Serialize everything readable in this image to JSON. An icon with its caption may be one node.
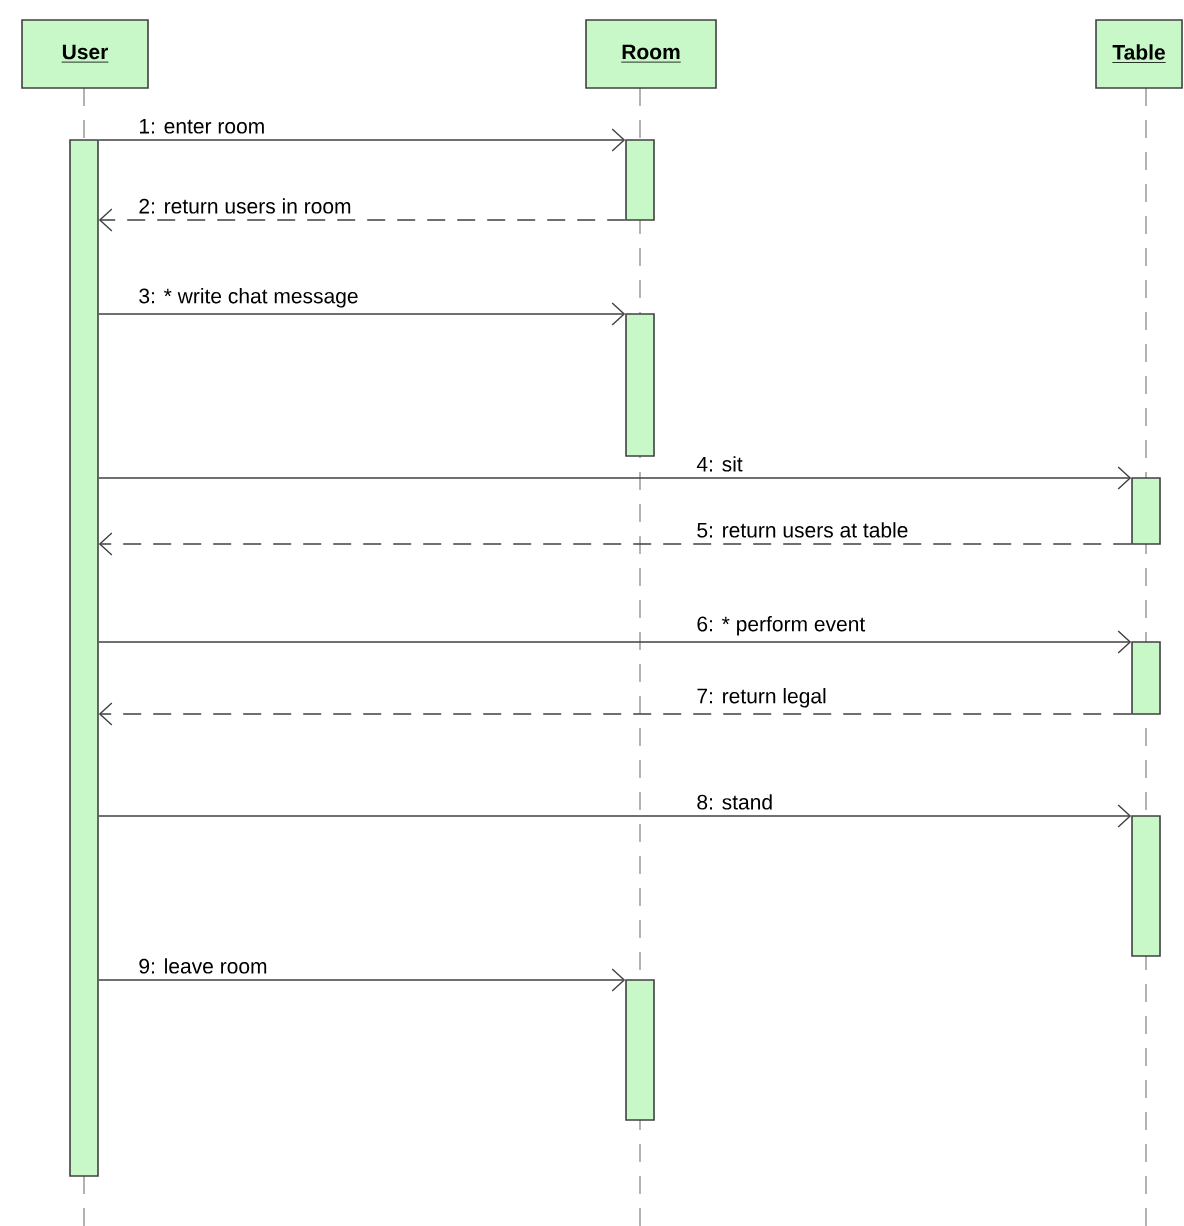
{
  "diagram": {
    "nodes": [
      {
        "text": [
          "User"
        ]
      },
      {
        "text": [
          "Room"
        ]
      },
      {
        "text": [
          "Table"
        ]
      },
      {
        "text": [],
        "shape": "bar"
      },
      {
        "text": [],
        "shape": "bar"
      },
      {
        "text": [],
        "shape": "bar"
      },
      {
        "text": [],
        "shape": "bar"
      },
      {
        "text": [],
        "shape": "bar"
      },
      {
        "text": [],
        "shape": "bar"
      },
      {
        "text": [],
        "shape": "bar"
      }
    ],
    "edges": [
      {
        "from": 3,
        "to": 4,
        "arrow": "to",
        "label": "1: enter  room"
      },
      {
        "from": 4,
        "to": 3,
        "arrow": "to",
        "label": "2: return users in room",
        "style": "dashed"
      },
      {
        "from": 3,
        "to": 5,
        "arrow": "to",
        "label": "3: * write chat message"
      },
      {
        "from": 3,
        "to": 7,
        "arrow": "to",
        "label": "4: sit"
      },
      {
        "from": 7,
        "to": 3,
        "arrow": "to",
        "label": "5: return users at table",
        "style": "dashed"
      },
      {
        "from": 3,
        "to": 8,
        "arrow": "to",
        "label": "6: * perform event"
      },
      {
        "from": 8,
        "to": 3,
        "arrow": "to",
        "label": "7: return legal",
        "style": "dashed"
      },
      {
        "from": 3,
        "to": 9,
        "arrow": "to",
        "label": "8: stand"
      },
      {
        "from": 3,
        "to": 6,
        "arrow": "to",
        "label": "9: leave  room"
      }
    ]
  }
}
